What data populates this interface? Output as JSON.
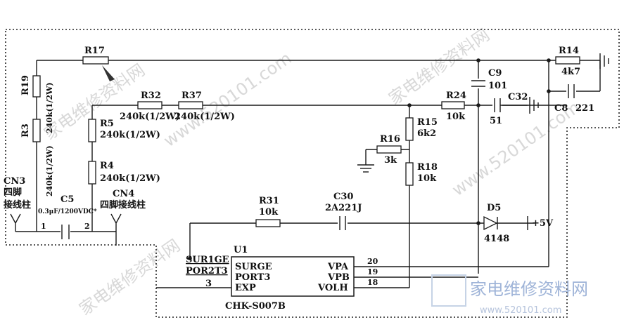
{
  "watermarks": {
    "cn": "家电维修资料网",
    "url": "www.520101.com",
    "logo_cn": "家电维修资料网",
    "logo_url": "www.520101.com"
  },
  "components": {
    "r17": "R17",
    "r19": "R19",
    "r3": "R3",
    "r19_r3_value": "240k(1/2W)",
    "r3_value": "240k(1/2W)",
    "cn3": "CN3",
    "cn3_desc1": "四脚",
    "cn3_desc2": "接线柱",
    "c5": "C5",
    "c5_value": "0.3μF/1200VDC*",
    "cn4": "CN4",
    "cn4_desc": "四脚接线柱",
    "pin1": "1",
    "pin2": "2",
    "r32": "R32",
    "r32_value": "240k(1/2W)",
    "r37": "R37",
    "r37_value": "240k(1/2W)",
    "r5": "R5",
    "r5_value": "240k(1/2W)",
    "r4": "R4",
    "r4_value": "240k(1/2W)",
    "r14": "R14",
    "r14_value": "4k7",
    "c9": "C9",
    "c9_value": "101",
    "r24": "R24",
    "r24_value": "10k",
    "c32": "C32",
    "c32_value": "51",
    "c8": "C8",
    "c8_value": "221",
    "r15": "R15",
    "r15_value": "6k2",
    "r16": "R16",
    "r16_value": "3k",
    "r18": "R18",
    "r18_value": "10k",
    "r31": "R31",
    "r31_value": "10k",
    "c30": "C30",
    "c30_value": "2A221J",
    "d5": "D5",
    "d5_value": "4148",
    "vcc": "+5V",
    "u1": "U1",
    "u1_part": "CHK-S007B"
  },
  "chip": {
    "left_pins": [
      "SURGE",
      "PORT3",
      "EXP"
    ],
    "right_pins": [
      "VPA",
      "VPB",
      "VOLH"
    ],
    "left_nets": [
      "SUR1GE",
      "POR2T3",
      "3"
    ],
    "right_nums": [
      "20",
      "19",
      "18"
    ]
  }
}
